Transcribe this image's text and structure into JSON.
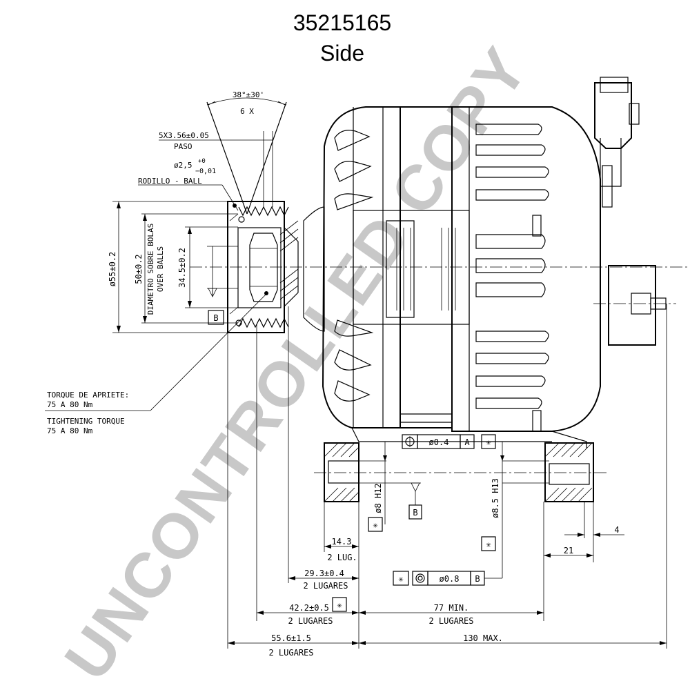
{
  "title": "35215165",
  "subtitle": "Side",
  "watermark": "UNCONTROLLED COPY",
  "pulley": {
    "angle_top": "38°±30'",
    "angle_bottom": "6 X",
    "grooves_top": "5X3.56±0.05",
    "grooves_bottom": "PASO",
    "ball_label_top": "ø2,5",
    "ball_tol_plus": "+0",
    "ball_tol_minus": "−0,01",
    "ball_label_bottom": "RODILLO - BALL",
    "dia_outer": "ø55±0.2",
    "dia_balls": "50±0.2",
    "dia_balls_es": "DIAMETRO SOBRE BOLAS",
    "dia_balls_en": "OVER BALLS",
    "dia_inner": "34.5±0.2",
    "datum_b": "B"
  },
  "torque": {
    "es_label": "TORQUE DE APRIETE:",
    "es_value": "75 A 80 Nm",
    "en_label": "TIGHTENING TORQUE",
    "en_value": "75 A 80 Nm"
  },
  "mount": {
    "hole_left": "ø8 H12",
    "hole_right": "ø8.5 H13",
    "position_tol": "ø0.4",
    "position_datum": "A",
    "profile_tol": "ø0.8",
    "profile_datum": "B",
    "datum_b": "B",
    "marker_symbol": "✳",
    "circle_symbol": "⊕"
  },
  "dims": {
    "d_14_3": "14.3",
    "d_14_3_sub": "2 LUG.",
    "d_29_3": "29.3±0.4",
    "d_29_3_sub": "2 LUGARES",
    "d_42_2": "42.2±0.5",
    "d_42_2_sub": "2 LUGARES",
    "d_55_6": "55.6±1.5",
    "d_55_6_sub": "2 LUGARES",
    "d_77": "77 MIN.",
    "d_77_sub": "2 LUGARES",
    "d_130": "130 MAX.",
    "d_21": "21",
    "d_4": "4"
  }
}
